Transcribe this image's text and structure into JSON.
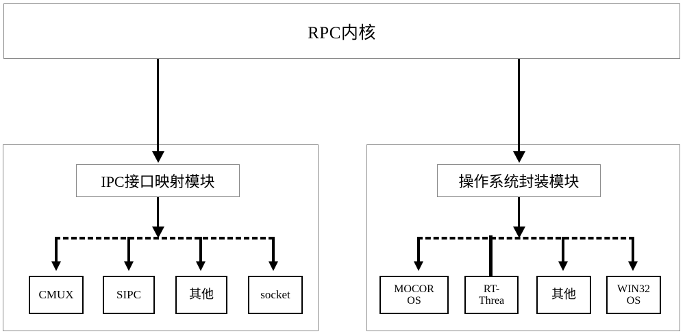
{
  "diagram": {
    "title": "RPC内核",
    "kernel": {
      "label": "RPC内核"
    },
    "panels": [
      {
        "id": "ipc-panel",
        "module": {
          "label": "IPC接口映射模块"
        },
        "leaves": [
          {
            "id": "cmux",
            "label": "CMUX",
            "connector": "dashed-arrow"
          },
          {
            "id": "sipc",
            "label": "SIPC",
            "connector": "dashed-arrow"
          },
          {
            "id": "other",
            "label": "其他",
            "connector": "dashed-arrow"
          },
          {
            "id": "socket",
            "label": "socket",
            "connector": "dashed-arrow"
          }
        ]
      },
      {
        "id": "os-panel",
        "module": {
          "label": "操作系统封装模块"
        },
        "leaves": [
          {
            "id": "mocor-os",
            "line1": "MOCOR",
            "line2": "OS",
            "connector": "dashed-arrow"
          },
          {
            "id": "rt-threa",
            "line1": "RT-",
            "line2": "Threa",
            "connector": "solid-line"
          },
          {
            "id": "os-other",
            "line1": "其他",
            "line2": "",
            "connector": "dashed-arrow"
          },
          {
            "id": "win32-os",
            "line1": "WIN32",
            "line2": "OS",
            "connector": "dashed-arrow"
          }
        ]
      }
    ],
    "colors": {
      "stroke_black": "#000000",
      "stroke_gray": "#8a8a8a",
      "background": "#ffffff"
    }
  }
}
